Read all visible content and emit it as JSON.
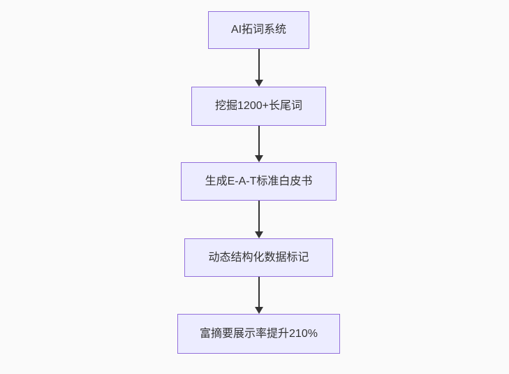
{
  "diagram": {
    "type": "flowchart",
    "direction": "top-down",
    "nodes": [
      {
        "id": "n1",
        "label": "AI拓词系统"
      },
      {
        "id": "n2",
        "label": "挖掘1200+长尾词"
      },
      {
        "id": "n3",
        "label": "生成E-A-T标准白皮书"
      },
      {
        "id": "n4",
        "label": "动态结构化数据标记"
      },
      {
        "id": "n5",
        "label": "富摘要展示率提升210%"
      }
    ],
    "edges": [
      {
        "from": "n1",
        "to": "n2",
        "style": "arrow-down"
      },
      {
        "from": "n2",
        "to": "n3",
        "style": "arrow-down"
      },
      {
        "from": "n3",
        "to": "n4",
        "style": "arrow-down"
      },
      {
        "from": "n4",
        "to": "n5",
        "style": "arrow-down"
      }
    ],
    "colors": {
      "background": "#fafafa",
      "node_fill": "#ececff",
      "node_border": "#9370db",
      "node_text": "#333333",
      "arrow": "#333333"
    }
  }
}
